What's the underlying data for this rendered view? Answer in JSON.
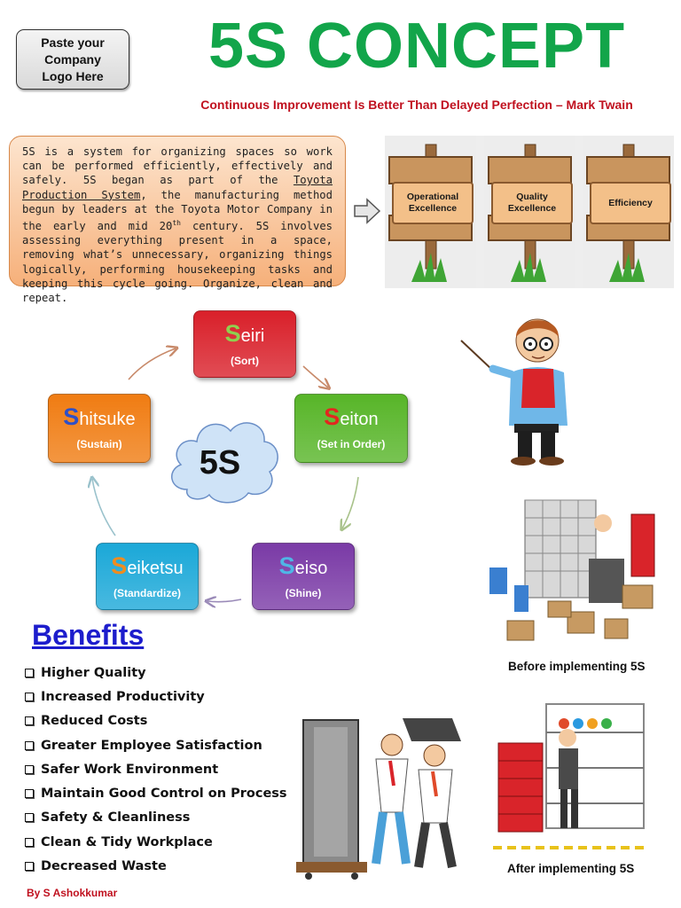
{
  "logo_placeholder": "Paste your\nCompany\nLogo Here",
  "title": "5S CONCEPT",
  "quote": "Continuous Improvement Is Better Than Delayed Perfection – Mark Twain",
  "intro": {
    "part1": "5S is a system for organizing spaces so work can be performed efficiently, effectively and safely.  5S began as part of the ",
    "link": "Toyota Production System",
    "part2": ", the manufacturing method begun by leaders at the Toyota Motor Company in the early and mid 20",
    "sup": "th",
    "part3": " century. 5S involves assessing everything present in a space, removing what’s unnecessary, organizing things logically, performing housekeeping tasks and keeping this cycle going. Organize, clean and repeat."
  },
  "signs": [
    "Operational Excellence",
    "Quality Excellence",
    "Efficiency"
  ],
  "cycle_center": "5S",
  "steps": [
    {
      "first": "S",
      "rest": "eiri",
      "sub": "(Sort)",
      "color": "#d9202a",
      "first_color": "#8fd14f"
    },
    {
      "first": "S",
      "rest": "eiton",
      "sub": "(Set in Order)",
      "color": "#57b528",
      "first_color": "#e3261f"
    },
    {
      "first": "S",
      "rest": "eiso",
      "sub": "(Shine)",
      "color": "#7a3aa6",
      "first_color": "#4fb6e6"
    },
    {
      "first": "S",
      "rest": "eiketsu",
      "sub": "(Standardize)",
      "color": "#1ba8d8",
      "first_color": "#f08c1e"
    },
    {
      "first": "S",
      "rest": "hitsuke",
      "sub": "(Sustain)",
      "color": "#f07c12",
      "first_color": "#2e50c8"
    }
  ],
  "benefits_title": "Benefits",
  "benefits": [
    "Higher Quality",
    "Increased Productivity",
    "Reduced Costs",
    "Greater Employee Satisfaction",
    "Safer Work Environment",
    "Maintain Good Control on Process",
    "Safety & Cleanliness",
    "Clean & Tidy Workplace",
    "Decreased Waste"
  ],
  "captions": {
    "before": "Before implementing 5S",
    "after": "After implementing 5S"
  },
  "author": "By S Ashokkumar"
}
